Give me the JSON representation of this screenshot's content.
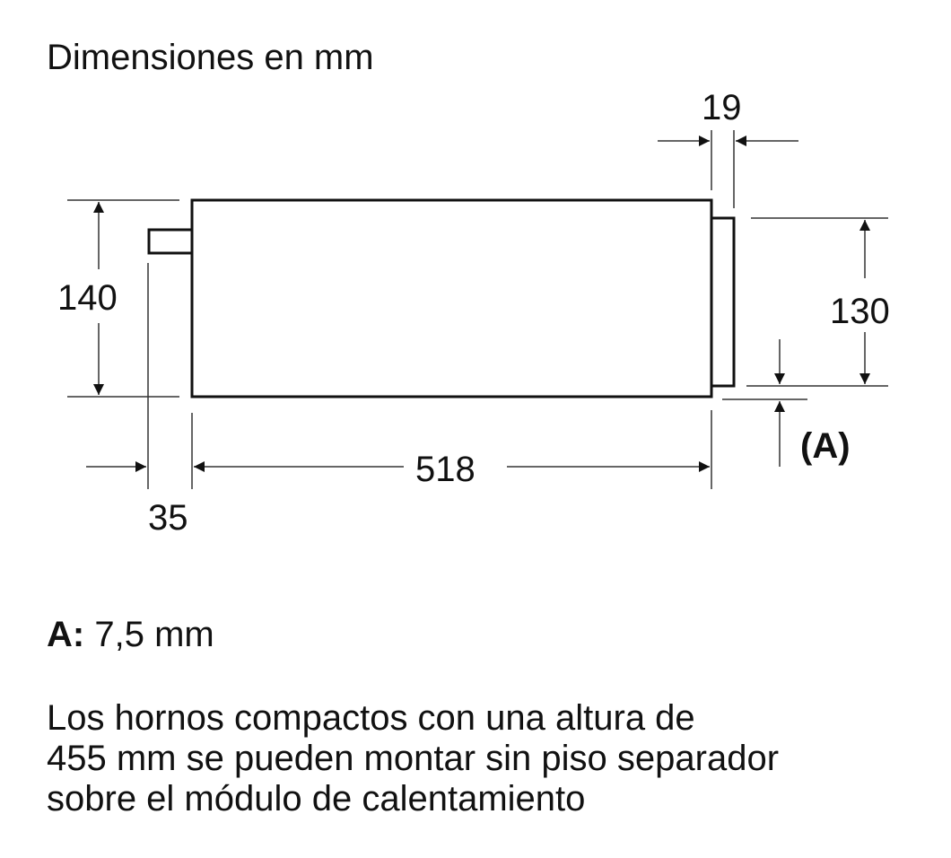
{
  "title": "Dimensiones en mm",
  "dimensions": {
    "height_total": "140",
    "width_body": "518",
    "rear_offset": "35",
    "front_depth": "19",
    "front_height": "130",
    "gap_label": "(A)"
  },
  "notes": {
    "a_key": "A:",
    "a_value": "7,5 mm",
    "paragraph_line1": "Los hornos compactos con una altura de",
    "paragraph_line2": "455 mm se pueden montar sin piso separador",
    "paragraph_line3": "sobre el módulo de calentamiento"
  }
}
